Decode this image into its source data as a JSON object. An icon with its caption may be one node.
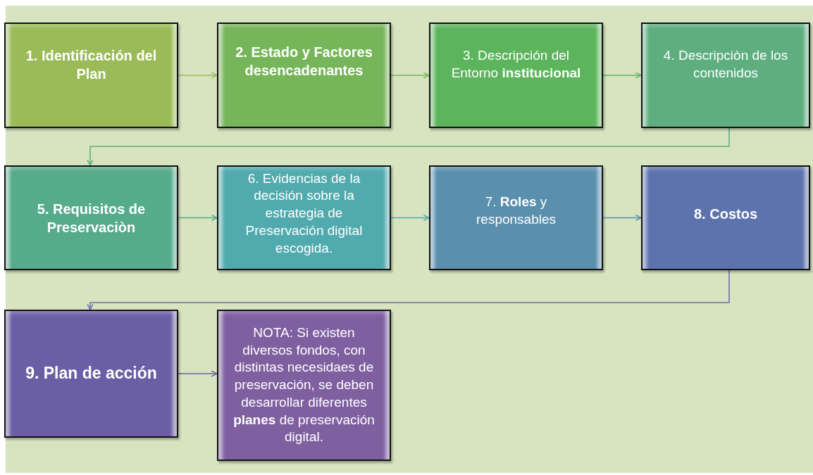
{
  "diagram": {
    "nodes": [
      {
        "text": [
          "1. Identificación del Plan"
        ]
      },
      {
        "text": [
          "2. Estado y Factores desencadenantes"
        ]
      },
      {
        "text": [
          "3. Descripción del Entorno **institucional**"
        ]
      },
      {
        "text": [
          "4. Descripciòn de los contenidos"
        ]
      },
      {
        "text": [
          "5. Requisitos de Preservaciòn"
        ]
      },
      {
        "text": [
          "6. Evidencias de la decisión sobre la estrategia de Preservación digital escogida."
        ]
      },
      {
        "text": [
          "7. **Roles** y responsables"
        ]
      },
      {
        "text": [
          "8. Costos"
        ]
      },
      {
        "text": [
          "9. Plan de acción"
        ]
      },
      {
        "text": [
          "NOTA: Si existen diversos fondos, con distintas necesidaes de preservación, se deben desarrollar diferentes **planes** de preservación digital."
        ]
      }
    ],
    "edges": [
      {
        "from": 0,
        "to": 1,
        "arrow": "to",
        "color": "#9bbb59"
      },
      {
        "from": 1,
        "to": 2,
        "arrow": "to",
        "color": "#77b55a"
      },
      {
        "from": 2,
        "to": 3,
        "arrow": "to",
        "color": "#5cb45c"
      },
      {
        "from": 3,
        "to": 4,
        "arrow": "to",
        "color": "#5eae80"
      },
      {
        "from": 4,
        "to": 5,
        "arrow": "to",
        "color": "#55ab8c"
      },
      {
        "from": 5,
        "to": 6,
        "arrow": "to",
        "color": "#50aaae"
      },
      {
        "from": 6,
        "to": 7,
        "arrow": "to",
        "color": "#5a8fae"
      },
      {
        "from": 7,
        "to": 8,
        "arrow": "to",
        "color": "#6a6fad"
      },
      {
        "from": 8,
        "to": 9,
        "arrow": "to",
        "color": "#6a5fa5"
      }
    ]
  }
}
